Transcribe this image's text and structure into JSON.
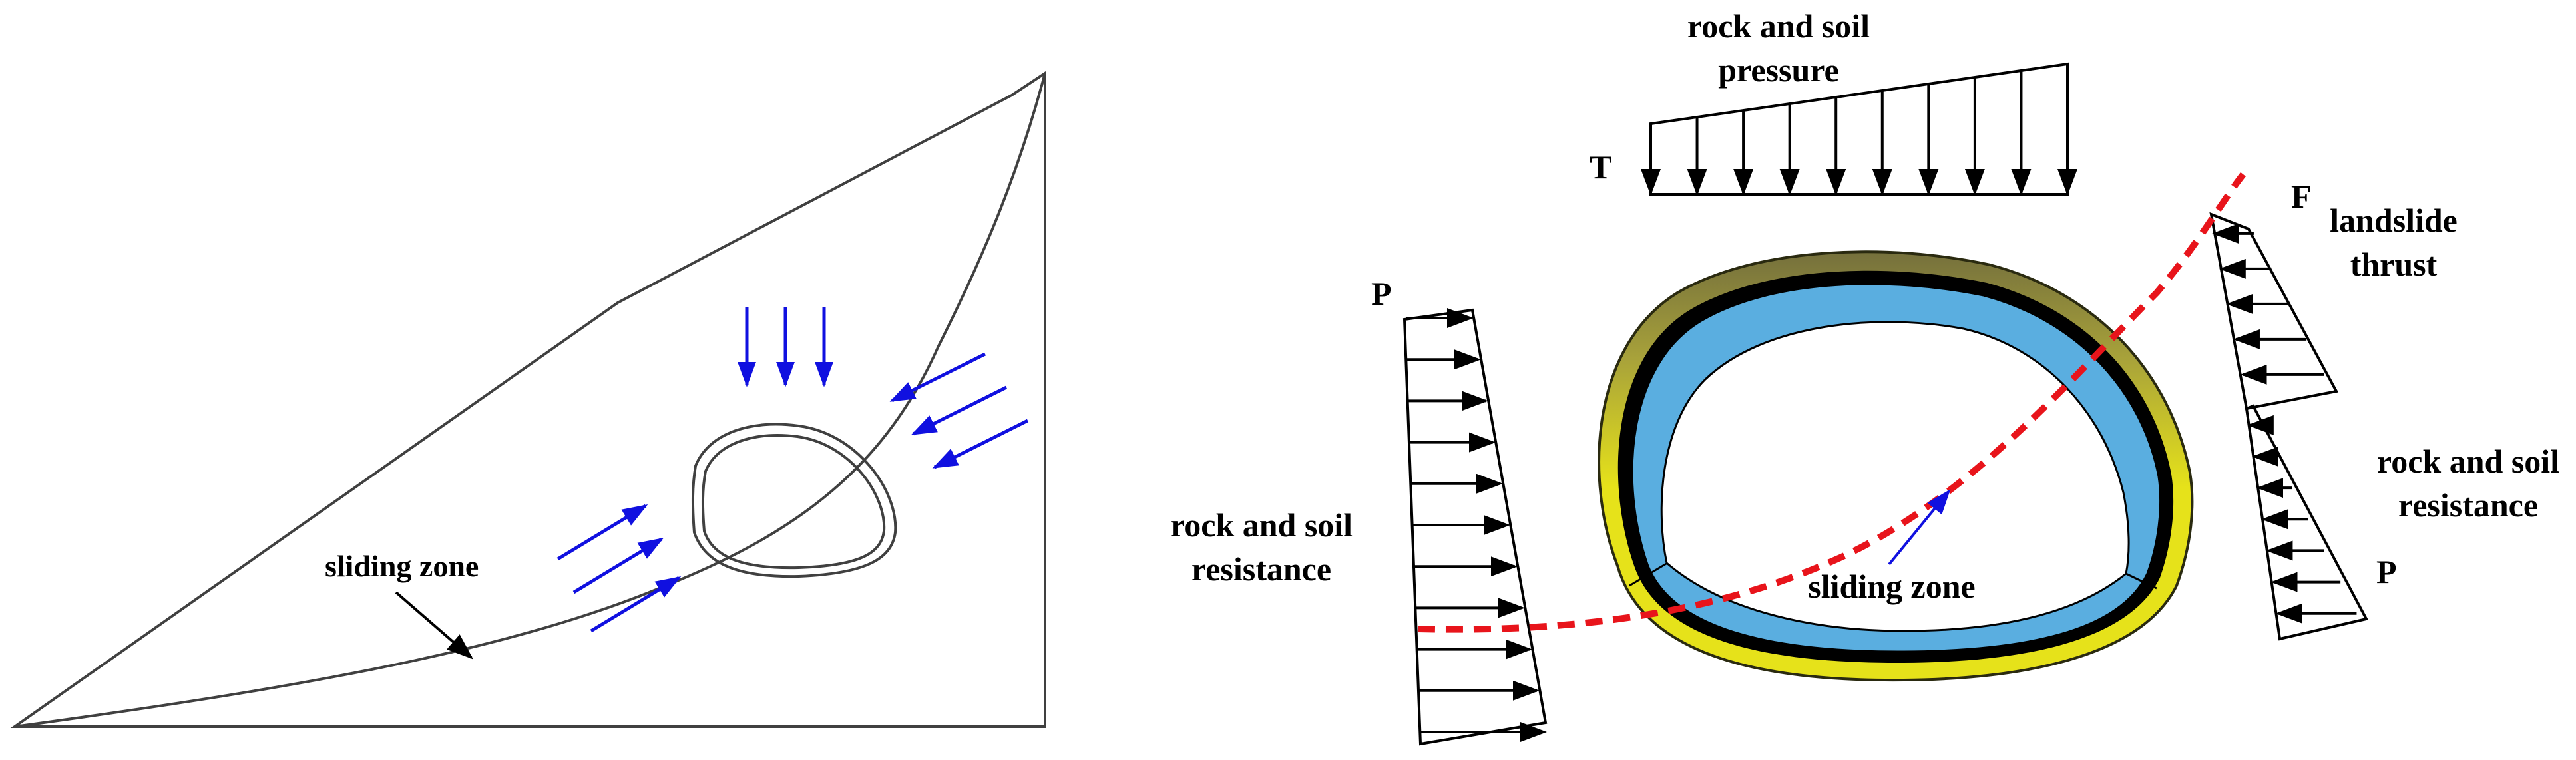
{
  "left_panel": {
    "sliding_zone_label": "sliding zone"
  },
  "right_panel": {
    "top_pressure_label_line1": "rock and soil",
    "top_pressure_label_line2": "pressure",
    "symbol_T": "T",
    "symbol_P_left": "P",
    "symbol_F": "F",
    "symbol_P_right": "P",
    "left_resistance_line1": "rock and soil",
    "left_resistance_line2": "resistance",
    "landslide_thrust_line1": "landslide",
    "landslide_thrust_line2": "thrust",
    "right_resistance_line1": "rock and soil",
    "right_resistance_line2": "resistance",
    "sliding_zone_label": "sliding zone"
  },
  "colors": {
    "force_arrow": "#1010e0",
    "lining_outer": "#e6e21a",
    "lining_middle": "#000000",
    "lining_inner": "#5aaee0",
    "sliding_surface": "#e8141b",
    "olive_gradient_top": "#75703c"
  }
}
